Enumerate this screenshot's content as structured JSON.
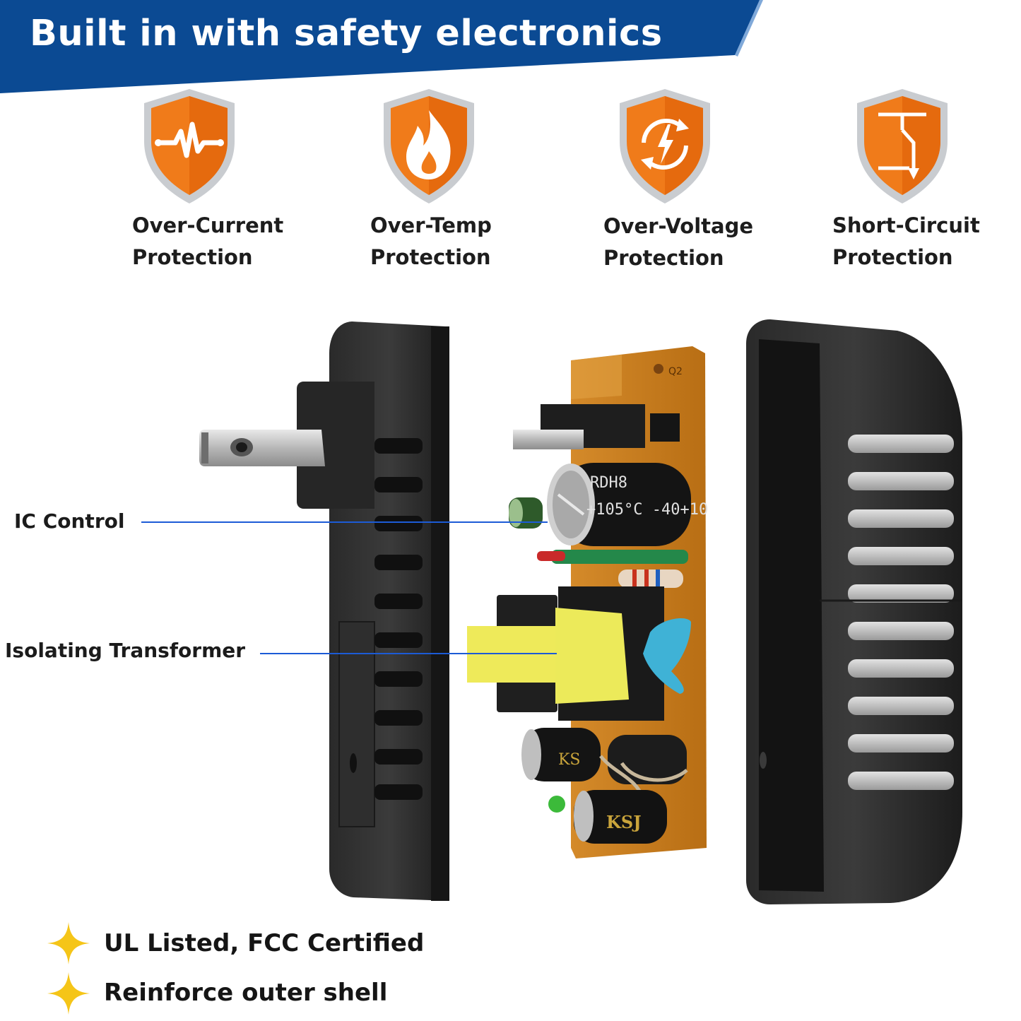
{
  "header": {
    "title": "Built in with safety electronics"
  },
  "colors": {
    "banner": "#0b4a93",
    "shield_orange": "#f07b1a",
    "shield_rim": "#c9ccd0",
    "callout_line": "#1c5bd6",
    "star": "#f5c518"
  },
  "features": [
    {
      "line1": "Over-Current",
      "line2": "Protection",
      "icon": "heartbeat-icon"
    },
    {
      "line1": "Over-Temp",
      "line2": "Protection",
      "icon": "flame-icon"
    },
    {
      "line1": "Over-Voltage",
      "line2": "Protection",
      "icon": "cycle-bolt-icon"
    },
    {
      "line1": "Short-Circuit",
      "line2": "Protection",
      "icon": "short-circuit-icon"
    }
  ],
  "callouts": [
    {
      "label": "IC Control"
    },
    {
      "label": "Isolating Transformer"
    }
  ],
  "board_marks": {
    "cap1_a": "RDH8",
    "cap1_b": "+105°C -40+10",
    "cap2": "KSJ"
  },
  "bullets": [
    {
      "text": "UL Listed,  FCC Certified",
      "icon": "sparkle-icon"
    },
    {
      "text": "Reinforce outer shell",
      "icon": "sparkle-icon"
    }
  ]
}
